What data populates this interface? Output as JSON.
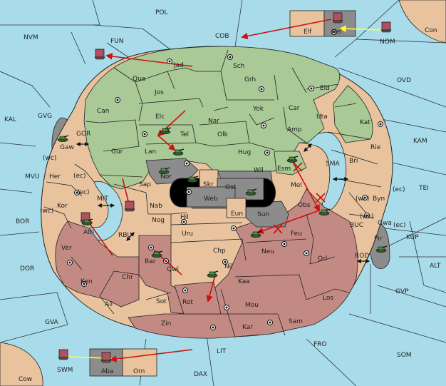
{
  "colors": {
    "sea": "#a8dcea",
    "green": "#a9c996",
    "tan": "#e8c39e",
    "red": "#c38a84",
    "grey": "#8c8c8c",
    "black": "#000000",
    "border": "#222222",
    "move_arrow": "#cc1111",
    "support_arrow": "#ffff00"
  },
  "labels": {
    "POL": "POL",
    "NVM": "NVM",
    "FUN": "FUN",
    "COB": "COB",
    "NOM": "NOM",
    "Con": "Con",
    "OVD": "OVD",
    "KAL": "KAL",
    "GVG": "GVG",
    "GOR": "GOR",
    "KAM": "KAM",
    "SMA": "SMA",
    "TEI": "TEI",
    "MVU": "MVU",
    "MIT": "MIT",
    "BOR": "BOR",
    "RBU": "RBU",
    "BUC": "BUC",
    "KUP": "KUP",
    "DOR": "DOR",
    "ROD": "ROD",
    "ALT": "ALT",
    "GVP": "GVP",
    "GVA": "GVA",
    "FRO": "FRO",
    "SOM": "SOM",
    "LIT": "LIT",
    "SWM": "SWM",
    "DAX": "DAX",
    "Cow": "Cow",
    "Elf": "Elf",
    "Hel": "Hel",
    "Jad": "Jad",
    "Sch": "Sch",
    "Qua": "Qua",
    "Jos": "Jos",
    "Grh": "Grh",
    "Eld": "Eld",
    "Can": "Can",
    "Yok": "Yok",
    "Car": "Car",
    "Uta": "Uta",
    "Kat": "Kat",
    "Elc": "Elc",
    "Nar": "Nar",
    "Tel": "Tel",
    "Olk": "Olk",
    "Amp": "Amp",
    "Gaw": "Gaw",
    "Gur": "Gur",
    "Lan": "Lan",
    "Hug": "Hug",
    "Rie": "Rie",
    "Bri": "Bri",
    "wc1": "(wc)",
    "Her": "Her",
    "ec1": "(ec)",
    "Nor": "Nor",
    "Wil": "Wil",
    "Esm": "Esm",
    "Skr": "Skr",
    "Ost": "Ost",
    "Web": "Web",
    "Mel": "Mel",
    "ec2": "(ec)",
    "Kor": "Kor",
    "wc2": "(wc)",
    "Sap": "Sap",
    "Nab": "Nab",
    "Eun": "Eun",
    "Sun": "Sun",
    "Obs": "Obs",
    "wc3": "(wc)",
    "Byn": "Byn",
    "ec3": "(ec)",
    "Hil": "Hil",
    "Ath": "Ath",
    "Nog": "Nog",
    "wc4": "(wc)",
    "Gwa": "Gwa",
    "ec4": "(ec)",
    "Uru": "Uru",
    "Feu": "Feu",
    "Pir": "Pir",
    "Ver": "Ver",
    "Chp": "Chp",
    "Neu": "Neu",
    "Bar": "Bar",
    "Qwi": "Qwi",
    "Orl": "Orl",
    "Nil": "Nil",
    "Chr": "Chr",
    "Ken": "Ken",
    "Kaa": "Kaa",
    "Sot": "Sot",
    "Rot": "Rot",
    "Mou": "Mou",
    "Los": "Los",
    "Ail": "Ail",
    "Zin": "Zin",
    "Kar": "Kar",
    "Sam": "Sam",
    "Aba": "Aba",
    "Orn": "Orn"
  }
}
